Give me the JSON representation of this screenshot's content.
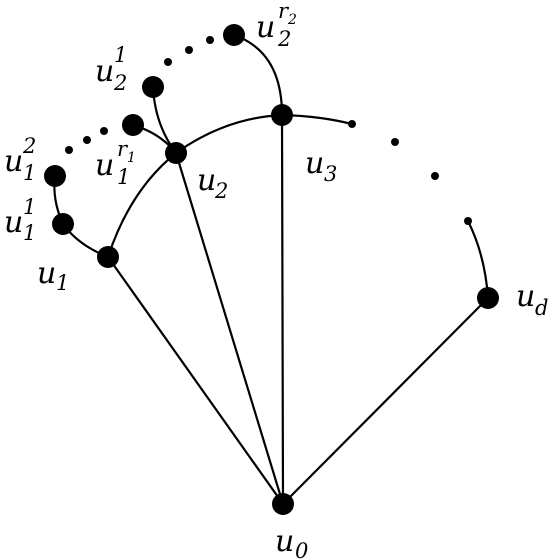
{
  "colors": {
    "ink": "#000000",
    "background": "#ffffff"
  },
  "labels": {
    "u0": {
      "base": "u",
      "sub": "0",
      "sup": ""
    },
    "u1": {
      "base": "u",
      "sub": "1",
      "sup": ""
    },
    "u2": {
      "base": "u",
      "sub": "2",
      "sup": ""
    },
    "u3": {
      "base": "u",
      "sub": "3",
      "sup": ""
    },
    "ud": {
      "base": "u",
      "sub": "d",
      "sup": ""
    },
    "u1_1": {
      "base": "u",
      "sub": "1",
      "sup": "1"
    },
    "u1_2": {
      "base": "u",
      "sub": "1",
      "sup": "2"
    },
    "u1_r1": {
      "base": "u",
      "sub": "1",
      "sup": "r",
      "supsub": "1"
    },
    "u2_1": {
      "base": "u",
      "sub": "2",
      "sup": "1"
    },
    "u2_r2": {
      "base": "u",
      "sub": "2",
      "sup": "r",
      "supsub": "2"
    }
  }
}
